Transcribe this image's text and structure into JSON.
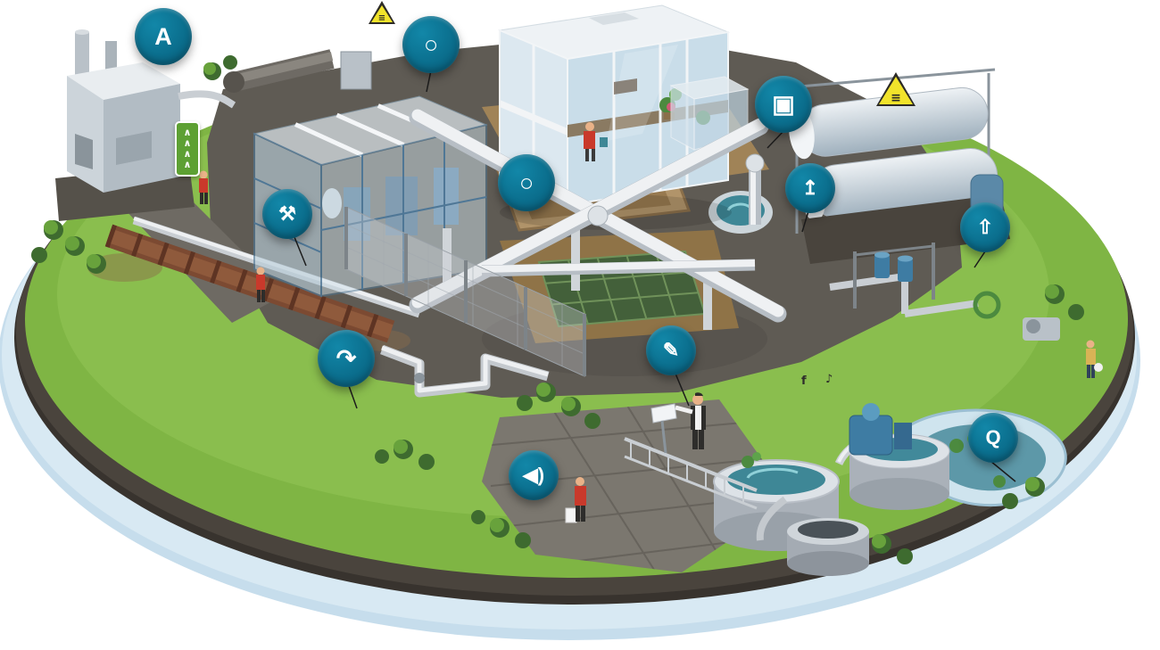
{
  "scene": {
    "colors": {
      "hotspot_teal": "#0b6f8e",
      "hotspot_teal_dark": "#085a77",
      "grass_green": "#7fb544",
      "grass_light": "#8dc251",
      "rim_dark": "#4a443d",
      "island_base_blue": "#c6ddec",
      "paving_gray": "#5f5b54",
      "mud_tan": "#a08357",
      "pipe_white": "#eff1f3",
      "steel_frame_blue": "#4f7796",
      "water_teal": "#3e8796",
      "warning_yellow": "#f1e32b",
      "worker_red": "#c9392b"
    }
  },
  "hotspots": [
    {
      "name": "crane-icon",
      "glyph": "A"
    },
    {
      "name": "o-ring-icon",
      "glyph": "○"
    },
    {
      "name": "camera-icon",
      "glyph": "▣"
    },
    {
      "name": "seal-ring-icon",
      "glyph": "○"
    },
    {
      "name": "drill-tool-icon",
      "glyph": "⚒"
    },
    {
      "name": "upload-icon",
      "glyph": "↥"
    },
    {
      "name": "tank-level-icon",
      "glyph": "⇧"
    },
    {
      "name": "hook-arrow-icon",
      "glyph": "↷"
    },
    {
      "name": "document-icon",
      "glyph": "✎"
    },
    {
      "name": "speech-bubble-icon",
      "glyph": "Q"
    },
    {
      "name": "megaphone-icon",
      "glyph": "◀)"
    }
  ],
  "signs": {
    "warning": "≡",
    "chevrons": "∧\n∧\n∧\n∧",
    "f_mark": "f",
    "sound_mark": "♪"
  }
}
